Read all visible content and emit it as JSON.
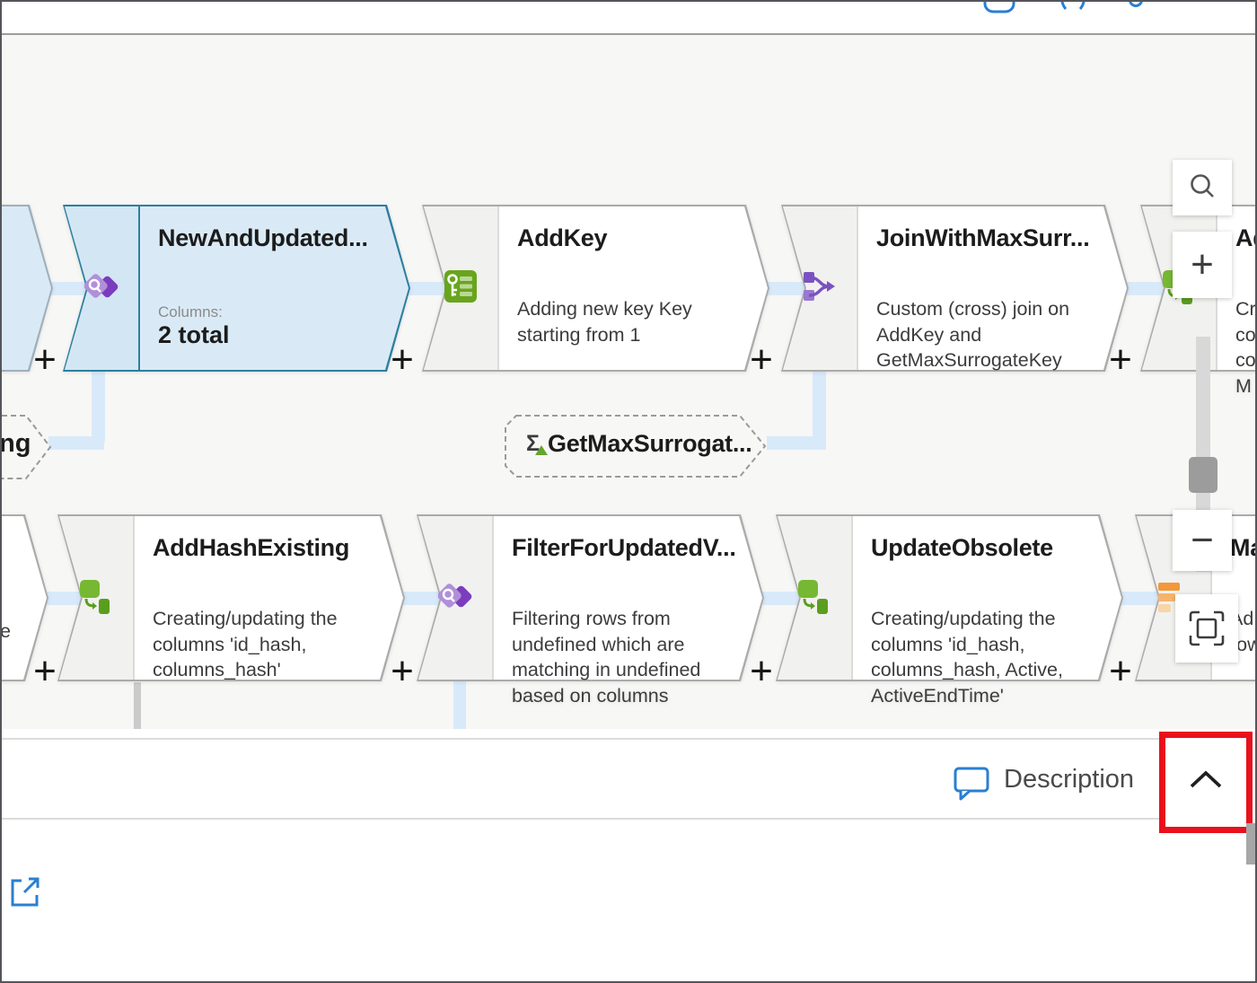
{
  "toolbar": {
    "icons": [
      "save-icon",
      "code-braces-icon",
      "settings-icon"
    ]
  },
  "canvas": {
    "plus": "+",
    "row1": {
      "new_and_updated": {
        "title": "NewAndUpdated...",
        "columns_label": "Columns:",
        "columns_value": "2 total"
      },
      "add_key": {
        "title": "AddKey",
        "desc": "Adding new key Key starting from 1"
      },
      "join_with_max": {
        "title": "JoinWithMaxSurr...",
        "desc": "Custom (cross) join on AddKey and GetMaxSurrogateKey"
      },
      "right_partial": {
        "title": "Ad",
        "desc": "Cre\ncol\ncol\nM"
      }
    },
    "mid": {
      "sigma": "Σ",
      "aggregate_label": "GetMaxSurrogat...",
      "left_fragment": "ng"
    },
    "row2": {
      "left_partial": {
        "fragment": "e"
      },
      "add_hash_existing": {
        "title": "AddHashExisting",
        "desc": "Creating/updating the columns 'id_hash, columns_hash'"
      },
      "filter_for_updated": {
        "title": "FilterForUpdatedV...",
        "desc": "Filtering rows from undefined which are matching in undefined based on columns"
      },
      "update_obsolete": {
        "title": "UpdateObsolete",
        "desc": "Creating/updating the columns 'id_hash, columns_hash, Active, ActiveEndTime'"
      },
      "right_partial": {
        "title": "Ma",
        "desc": "Ad\nrow"
      }
    }
  },
  "zoom_controls": {
    "zoom_in": "+",
    "zoom_out": "−"
  },
  "bottom_panel": {
    "description_label": "Description"
  },
  "colors": {
    "selected_fill": "#d9eaf6",
    "selected_border": "#2e7f9e",
    "node_border": "#ababab",
    "connector_blue": "#d8eafa",
    "annotation_red": "#e8111c",
    "accent_blue": "#2b7fd2"
  }
}
